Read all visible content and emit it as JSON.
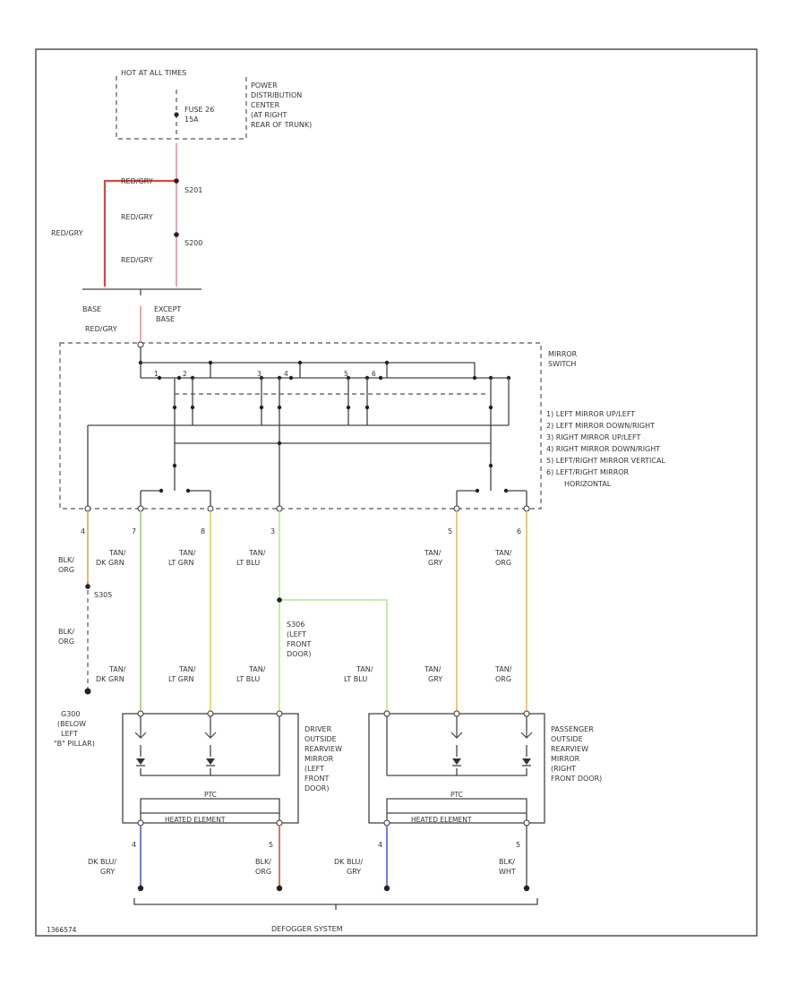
{
  "colors": {
    "red": "#e0443a",
    "pink": "#f7a3a6",
    "green": "#a6e07e",
    "yellow": "#f3dc57",
    "orange": "#f6c766",
    "lightgreen": "#c4ecaa",
    "blue": "#6a7ff0",
    "brown": "#b9856a",
    "tan": "#e4b48e",
    "wire": "#444444"
  },
  "power": {
    "hot_label": "HOT AT ALL TIMES",
    "fuse_label": [
      "FUSE 26",
      "15A"
    ],
    "pdc_label": [
      "POWER",
      "DISTRIBUTION",
      "CENTER",
      "(AT RIGHT",
      "REAR OF TRUNK)"
    ]
  },
  "splices": {
    "s201": "S201",
    "s200": "S200",
    "s305": "S305",
    "s306": "S306"
  },
  "wire_colors": {
    "red_gry": "RED/GRY",
    "base": "BASE",
    "except_base": [
      "EXCEPT",
      "BASE"
    ],
    "blk_org": [
      "BLK/",
      "ORG"
    ],
    "tan_dk_grn": [
      "TAN/",
      "DK GRN"
    ],
    "tan_lt_grn": [
      "TAN/",
      "LT GRN"
    ],
    "tan_lt_blu": [
      "TAN/",
      "LT BLU"
    ],
    "tan_gry": [
      "TAN/",
      "GRY"
    ],
    "tan_org": [
      "TAN/",
      "ORG"
    ],
    "dk_blu_gry": [
      "DK BLU/",
      "GRY"
    ],
    "blk_org2": [
      "BLK/",
      "ORG"
    ],
    "blk_wht": [
      "BLK/",
      "WHT"
    ]
  },
  "switch": {
    "title": [
      "MIRROR",
      "SWITCH"
    ],
    "legend": [
      "1) LEFT MIRROR UP/LEFT",
      "2) LEFT MIRROR DOWN/RIGHT",
      "3) RIGHT MIRROR UP/LEFT",
      "4) RIGHT MIRROR DOWN/RIGHT",
      "5) LEFT/RIGHT MIRROR VERTICAL",
      "6) LEFT/RIGHT MIRROR",
      "HORIZONTAL"
    ],
    "pins": {
      "p4": "4",
      "p7": "7",
      "p8": "8",
      "p3": "3",
      "p5": "5",
      "p6": "6"
    },
    "inner_nums": [
      "1",
      "2",
      "3",
      "4",
      "5",
      "6"
    ]
  },
  "g300": [
    "G300",
    "(BELOW",
    "LEFT",
    "\"B\" PILLAR)"
  ],
  "s306_label": [
    "S306",
    "(LEFT",
    "FRONT",
    "DOOR)"
  ],
  "driver_mirror": {
    "label": [
      "DRIVER",
      "OUTSIDE",
      "REARVIEW",
      "MIRROR",
      "(LEFT",
      "FRONT",
      "DOOR)"
    ],
    "heat": "HEATED ELEMENT",
    "ptc": "PTC",
    "pin_left": "4",
    "pin_right": "5"
  },
  "passenger_mirror": {
    "label": [
      "PASSENGER",
      "OUTSIDE",
      "REARVIEW",
      "MIRROR",
      "(RIGHT",
      "FRONT DOOR)"
    ],
    "heat": "HEATED ELEMENT",
    "ptc": "PTC",
    "pin_left": "4",
    "pin_right": "5"
  },
  "bottom_label": "DEFOGGER SYSTEM",
  "footer_code": "1366574"
}
